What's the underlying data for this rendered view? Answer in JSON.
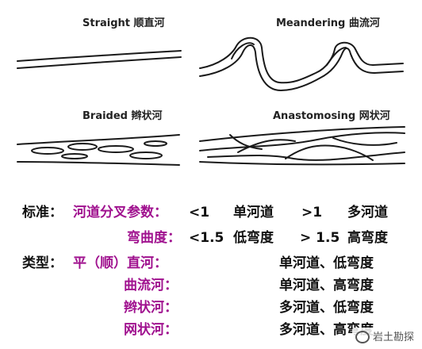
{
  "panels": [
    {
      "title": "Straight 顺直河"
    },
    {
      "title": "Meandering 曲流河"
    },
    {
      "title": "Braided 辫状河"
    },
    {
      "title": "Anastomosing 网状河"
    }
  ],
  "criteria": {
    "label": "标准：",
    "param1_name": "河道分叉参数：",
    "param1_low": "<1",
    "param1_low_desc": "单河道",
    "param1_high": ">1",
    "param1_high_desc": "多河道",
    "param2_name": "弯曲度：",
    "param2_low": "<1.5",
    "param2_low_desc": "低弯度",
    "param2_high": "> 1.5",
    "param2_high_desc": "高弯度"
  },
  "types": {
    "label": "类型：",
    "rows": [
      {
        "name": "平（顺）直河：",
        "desc": "单河道、低弯度"
      },
      {
        "name": "曲流河：",
        "desc": "单河道、高弯度"
      },
      {
        "name": "辫状河：",
        "desc": "多河道、低弯度"
      },
      {
        "name": "网状河：",
        "desc": "多河道、高弯度"
      }
    ]
  },
  "watermark": "岩土勘探",
  "icons": [
    "watermark-logo-icon"
  ],
  "colors": {
    "accent": "#a0128f",
    "text": "#111111"
  }
}
